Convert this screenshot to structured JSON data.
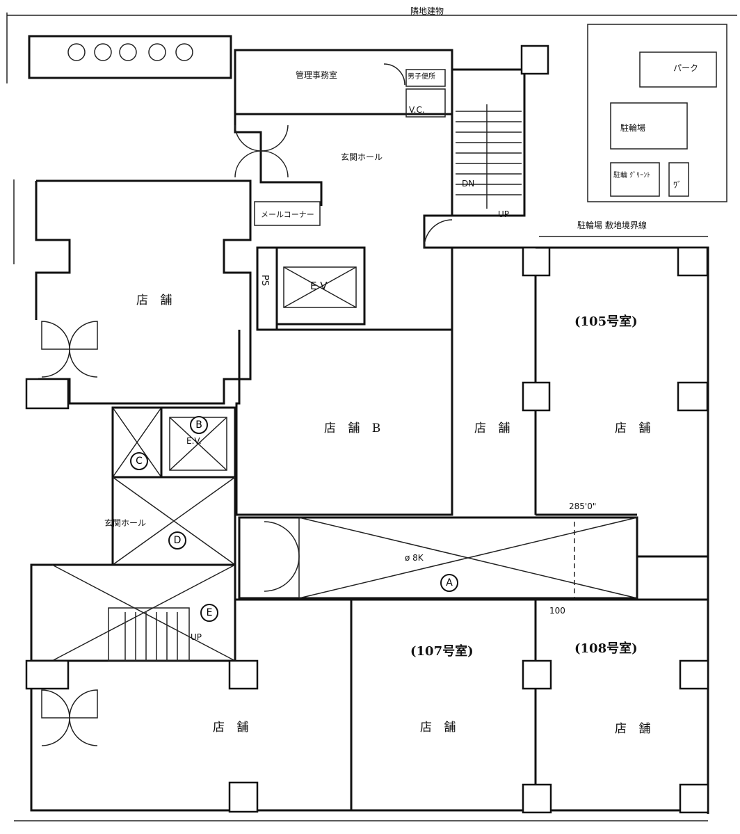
{
  "labels": {
    "top_road": "隣地建物",
    "management_room": "管理事務室",
    "wc": "男子便所",
    "vc": "V.C.",
    "entrance_hall": "玄関ホール",
    "mail_corner": "メールコーナー",
    "ps": "PS",
    "ev": "E V",
    "bev": "E.V.",
    "dn": "DN",
    "up_main": "UP",
    "up_small": "UP",
    "parking_top": "パーク",
    "bicycle": "駐輪場",
    "bike_note": "駐輪 ｸﾞﾘｰﾝﾄ",
    "bike_small": "ﾜﾞ",
    "parking_line": "駐輪場 敷地境界線",
    "dim_285": "285'0\"",
    "dim_100": "100",
    "entrance_hall2": "玄関ホール",
    "dim_oblique": "ø 8K"
  },
  "rooms": {
    "shop_left": "店 舗",
    "shop_center": "店 舗 B",
    "shop_middle": "店 舗",
    "shop_105": "店 舗",
    "shop_bottom_left": "店 舗",
    "shop_107": "店 舗",
    "shop_108": "店 舗"
  },
  "room_numbers": {
    "r105": "(105号室)",
    "r107": "(107号室)",
    "r108": "(108号室)"
  },
  "markers": {
    "a": "A",
    "b": "B",
    "c": "C",
    "d": "D",
    "e": "E"
  }
}
